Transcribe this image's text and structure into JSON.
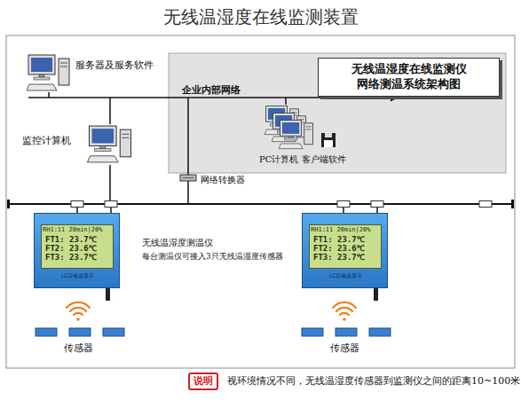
{
  "diagram": {
    "title": "无线温湿度在线监测装置",
    "nodes": [
      {
        "text": [
          "企业内部网络",
          "PC计算机",
          "客户端软件"
        ]
      },
      {
        "text": [
          "无线温湿度在线监测仪 网络测温系统架构图"
        ],
        "in": 0
      },
      {
        "text": [
          "RH1:11 20min|20%",
          "FT1: 23.7℃",
          "FT2: 23.6℃",
          "FT3: 23.7℃",
          "LCD液晶显示"
        ]
      },
      {
        "text": [
          "RH1:11 20min|20%",
          "FT1: 23.7℃",
          "FT2: 23.6℃",
          "FT3: 23.7℃",
          "LCD液晶显示"
        ]
      },
      {
        "text": [
          "说明"
        ]
      }
    ],
    "labels": [
      "服务器及服务软件",
      "监控计算机",
      "网络转换器",
      "无线温湿度测温仪",
      "每台测温仪可接入3只无线温湿度传感器",
      "传感器",
      "传感器",
      "视环境情况不同，无线温湿度传感器到监测仪之间的距离10~100米"
    ]
  }
}
